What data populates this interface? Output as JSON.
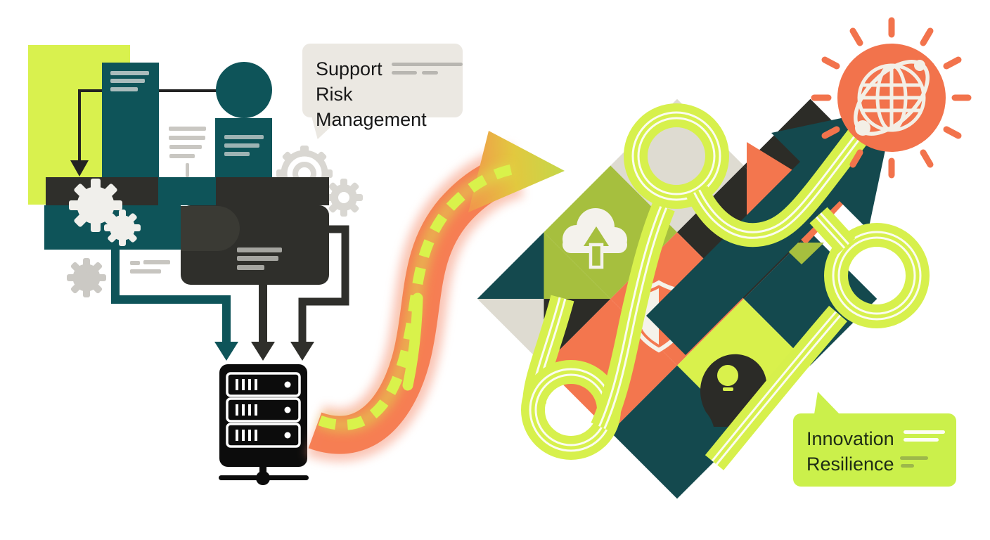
{
  "illustration": {
    "description": "Flow illustration: documents and processes feed a server, data transfers through an arrow into a strategy mosaic driving growth toward a global goal",
    "support_bubble": {
      "line1": "Support",
      "line2": "Risk Management"
    },
    "innovation_bubble": {
      "line1": "Innovation",
      "line2": "Resilience"
    },
    "icon_names": [
      "person-icon",
      "gear-icon",
      "arrow-down-icon",
      "server-icon",
      "network-node-icon",
      "transfer-arrow-icon",
      "cloud-upload-icon",
      "shield-icon",
      "idea-head-icon",
      "growth-arrow-icon",
      "loop-ribbon",
      "globe-icon",
      "sun-rays-icon",
      "speech-bubble"
    ],
    "colors": {
      "lime": "#d9f14c",
      "teal": "#0e5459",
      "mosaic_teal": "#14494e",
      "charcoal": "#2f2f2b",
      "server_black": "#0c0c0c",
      "orange": "#f3764e",
      "olive": "#a6bf3e",
      "beige_tile": "#dedbd1",
      "bubble_beige": "#ebe8e2",
      "bubble_lime": "#cbf04b",
      "cream": "#f3efe6"
    }
  }
}
